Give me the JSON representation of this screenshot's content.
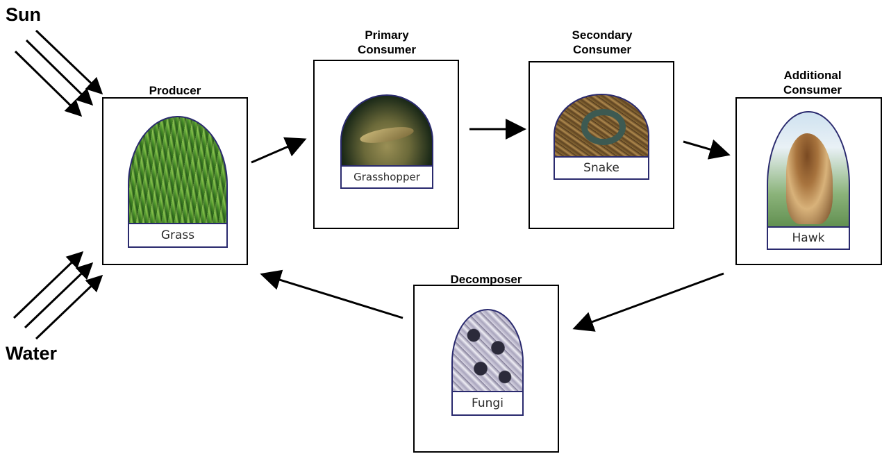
{
  "inputs": {
    "sun_label": "Sun",
    "water_label": "Water"
  },
  "stages": {
    "producer": {
      "role": "Producer",
      "organism": "Grass",
      "texture": "grass"
    },
    "primary": {
      "role": "Primary Consumer",
      "organism": "Grasshopper",
      "texture": "grasshopper"
    },
    "secondary": {
      "role": "Secondary Consumer",
      "organism": "Snake",
      "texture": "snake"
    },
    "additional": {
      "role": "Additional Consumer",
      "organism": "Hawk",
      "texture": "hawk"
    },
    "decomposer": {
      "role": "Decomposer",
      "organism": "Fungi",
      "texture": "fungi"
    }
  },
  "flow": [
    [
      "producer",
      "primary"
    ],
    [
      "primary",
      "secondary"
    ],
    [
      "secondary",
      "additional"
    ],
    [
      "additional",
      "decomposer"
    ],
    [
      "decomposer",
      "producer"
    ]
  ],
  "colors": {
    "box_border": "#000000",
    "card_border": "#2a2a6e",
    "arrow": "#000000"
  }
}
